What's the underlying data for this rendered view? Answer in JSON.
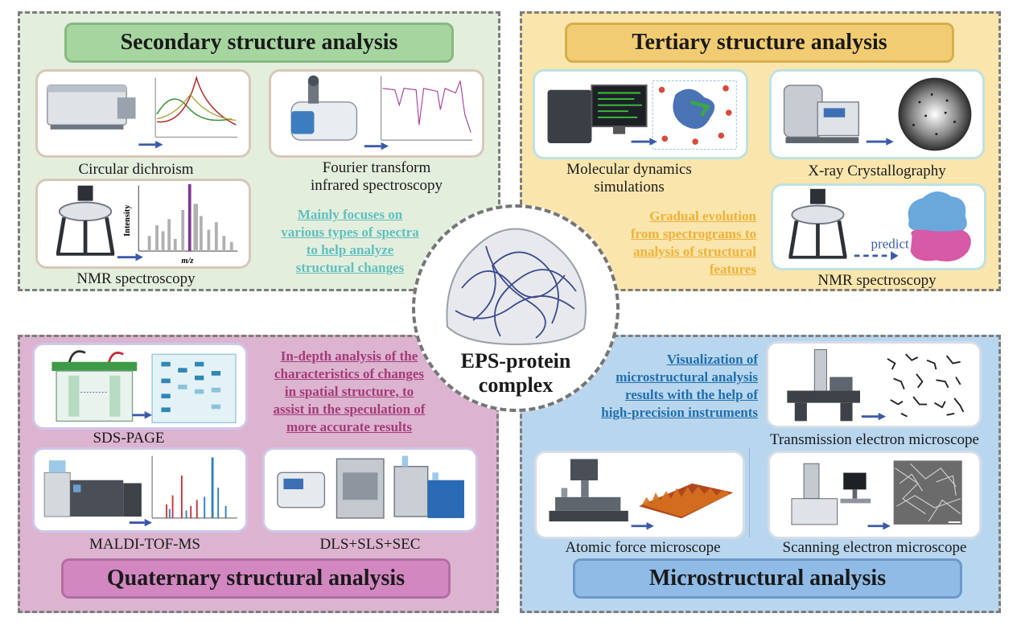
{
  "center": {
    "label_line1": "EPS-protein",
    "label_line2": "complex"
  },
  "secondary": {
    "title": "Secondary structure analysis",
    "methods": {
      "cd": "Circular dichroism",
      "ftir_line1": "Fourier transform",
      "ftir_line2": "infrared spectroscopy",
      "nmr": "NMR spectroscopy"
    },
    "nmr_axis": {
      "ylabel": "Intensity",
      "xlabel": "m/z"
    },
    "note": [
      "Mainly focuses on",
      "various types of spectra",
      "to help analyze",
      "structural changes"
    ]
  },
  "tertiary": {
    "title": "Tertiary structure analysis",
    "methods": {
      "md_line1": "Molecular dynamics",
      "md_line2": "simulations",
      "xray": "X-ray Crystallography",
      "nmr": "NMR spectroscopy"
    },
    "predict_label": "predict",
    "note": [
      "Gradual evolution",
      "from spectrograms to",
      "analysis of structural",
      "features"
    ]
  },
  "quaternary": {
    "title": "Quaternary structural analysis",
    "methods": {
      "sds": "SDS-PAGE",
      "maldi": "MALDI-TOF-MS",
      "dls": "DLS+SLS+SEC"
    },
    "note": [
      "In-depth analysis of the",
      "characteristics of changes",
      "in spatial structure, to",
      "assist in the speculation of",
      "more accurate results"
    ]
  },
  "microstructural": {
    "title": "Microstructural analysis",
    "methods": {
      "tem": "Transmission electron microscope",
      "afm": "Atomic force microscope",
      "sem": "Scanning electron microscope"
    },
    "note": [
      "Visualization of",
      "microstructural analysis",
      "results with the help of",
      "high-precision instruments"
    ]
  },
  "colors": {
    "green_panel": "#e4eedd",
    "yellow_panel": "#fae5ac",
    "pink_panel": "#dcb4d0",
    "blue_panel": "#b9d6ef",
    "green_note": "#5fbfbf",
    "yellow_note": "#f0b23a",
    "pink_note": "#a43a77",
    "blue_note": "#1e6fae",
    "arrow": "#3a5aa8"
  }
}
